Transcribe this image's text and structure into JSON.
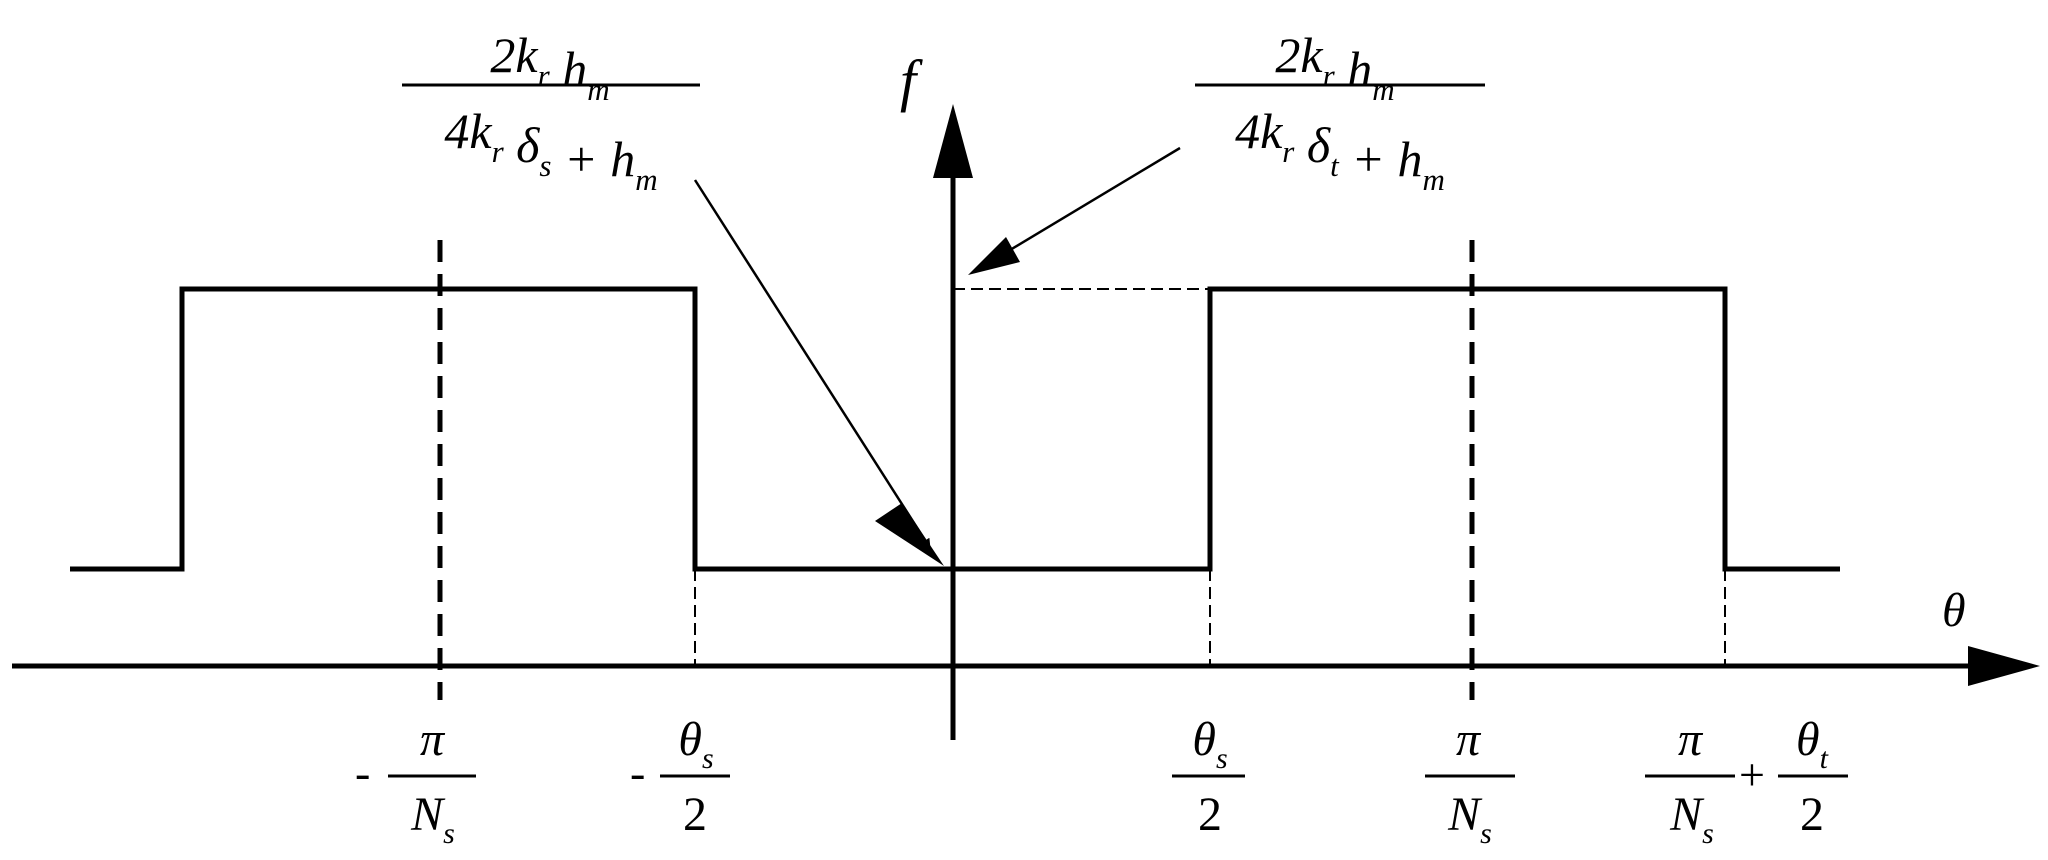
{
  "axes": {
    "vertical_label": "f",
    "horizontal_label": "θ"
  },
  "annotations": {
    "left_formula": {
      "numerator": "2k_r h_m",
      "denominator": "4k_r δ_s + h_m"
    },
    "right_formula": {
      "numerator": "2k_r h_m",
      "denominator": "4k_r δ_t + h_m"
    }
  },
  "tick_labels": [
    {
      "sign": "-",
      "numerator": "π",
      "denominator": "N_s"
    },
    {
      "sign": "-",
      "numerator": "θ_s",
      "denominator": "2"
    },
    {
      "sign": "",
      "numerator": "θ_s",
      "denominator": "2"
    },
    {
      "sign": "",
      "numerator": "π",
      "denominator": "N_s"
    },
    {
      "sign": "",
      "numerator": "π",
      "denominator": "N_s",
      "plus": "+",
      "numerator2": "θ_t",
      "denominator2": "2"
    }
  ],
  "colors": {
    "line": "#000000",
    "background": "#ffffff"
  }
}
